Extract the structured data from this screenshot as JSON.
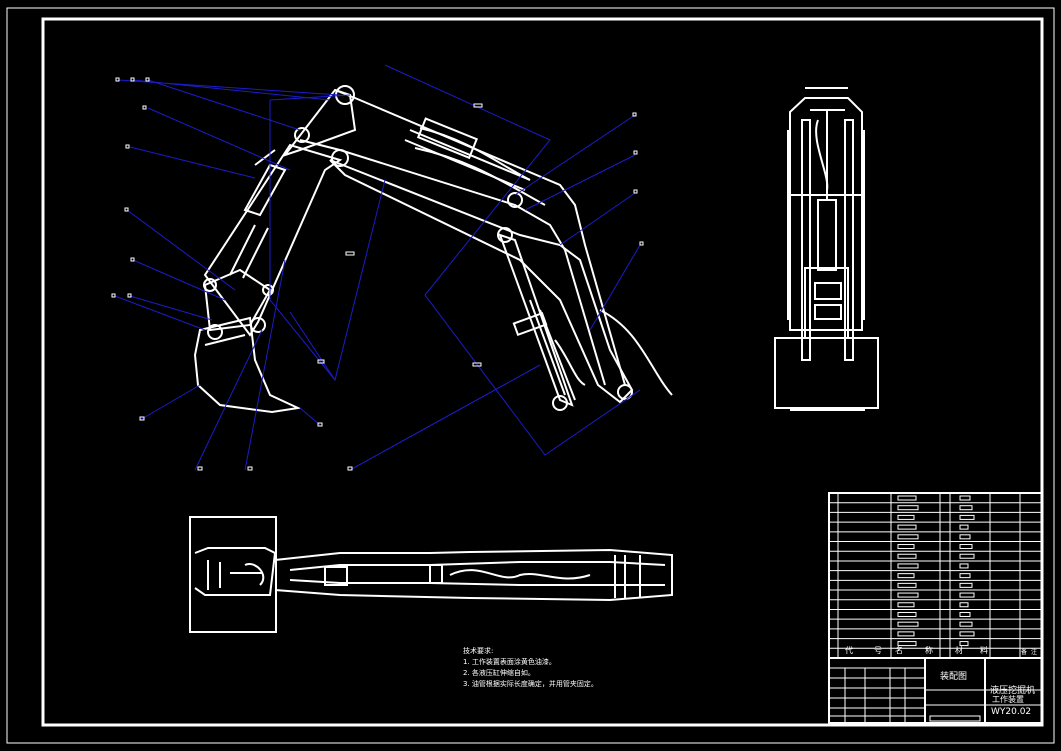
{
  "drawing": {
    "colors": {
      "background": "#000000",
      "lines": "#ffffff",
      "leaders": "#1c1cc8"
    }
  },
  "technical_requirements": {
    "title": "技术要求:",
    "items": [
      "1. 工作装置表面涂黄色油漆。",
      "2. 各液压缸伸缩自如。",
      "3. 油管根据实际长度确定，并用管夹固定。"
    ]
  },
  "title_block": {
    "columns": [
      "代",
      "号",
      "名",
      "称",
      "材",
      "料",
      "备",
      "注"
    ],
    "drawing_type": "装配图",
    "product_line1": "液压挖掘机",
    "product_line2": "工作装置",
    "drawing_number": "WY20.02"
  }
}
